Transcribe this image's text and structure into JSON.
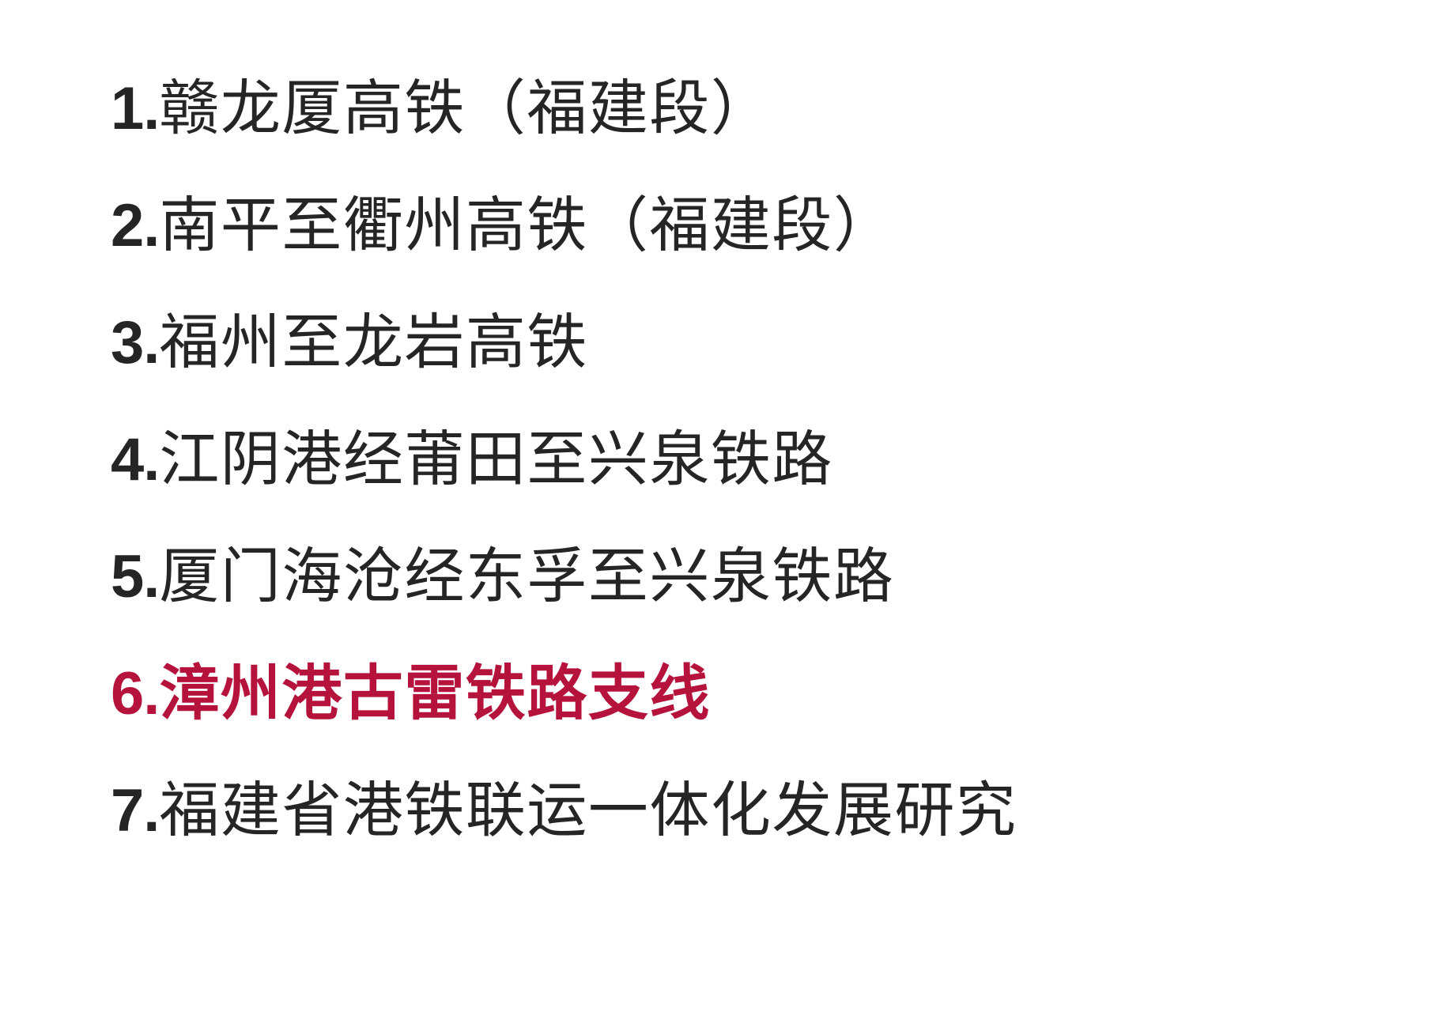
{
  "document": {
    "background_color": "#ffffff",
    "default_text_color": "#252525",
    "highlight_color": "#b5123c",
    "items": [
      {
        "index": "1.",
        "text": "赣龙厦高铁（福建段）",
        "highlighted": false
      },
      {
        "index": "2.",
        "text": "南平至衢州高铁（福建段）",
        "highlighted": false
      },
      {
        "index": "3.",
        "text": "福州至龙岩高铁",
        "highlighted": false
      },
      {
        "index": "4.",
        "text": "江阴港经莆田至兴泉铁路",
        "highlighted": false
      },
      {
        "index": "5.",
        "text": "厦门海沧经东孚至兴泉铁路",
        "highlighted": false
      },
      {
        "index": "6.",
        "text": "漳州港古雷铁路支线",
        "highlighted": true
      },
      {
        "index": "7.",
        "text": "福建省港铁联运一体化发展研究",
        "highlighted": false
      }
    ]
  }
}
